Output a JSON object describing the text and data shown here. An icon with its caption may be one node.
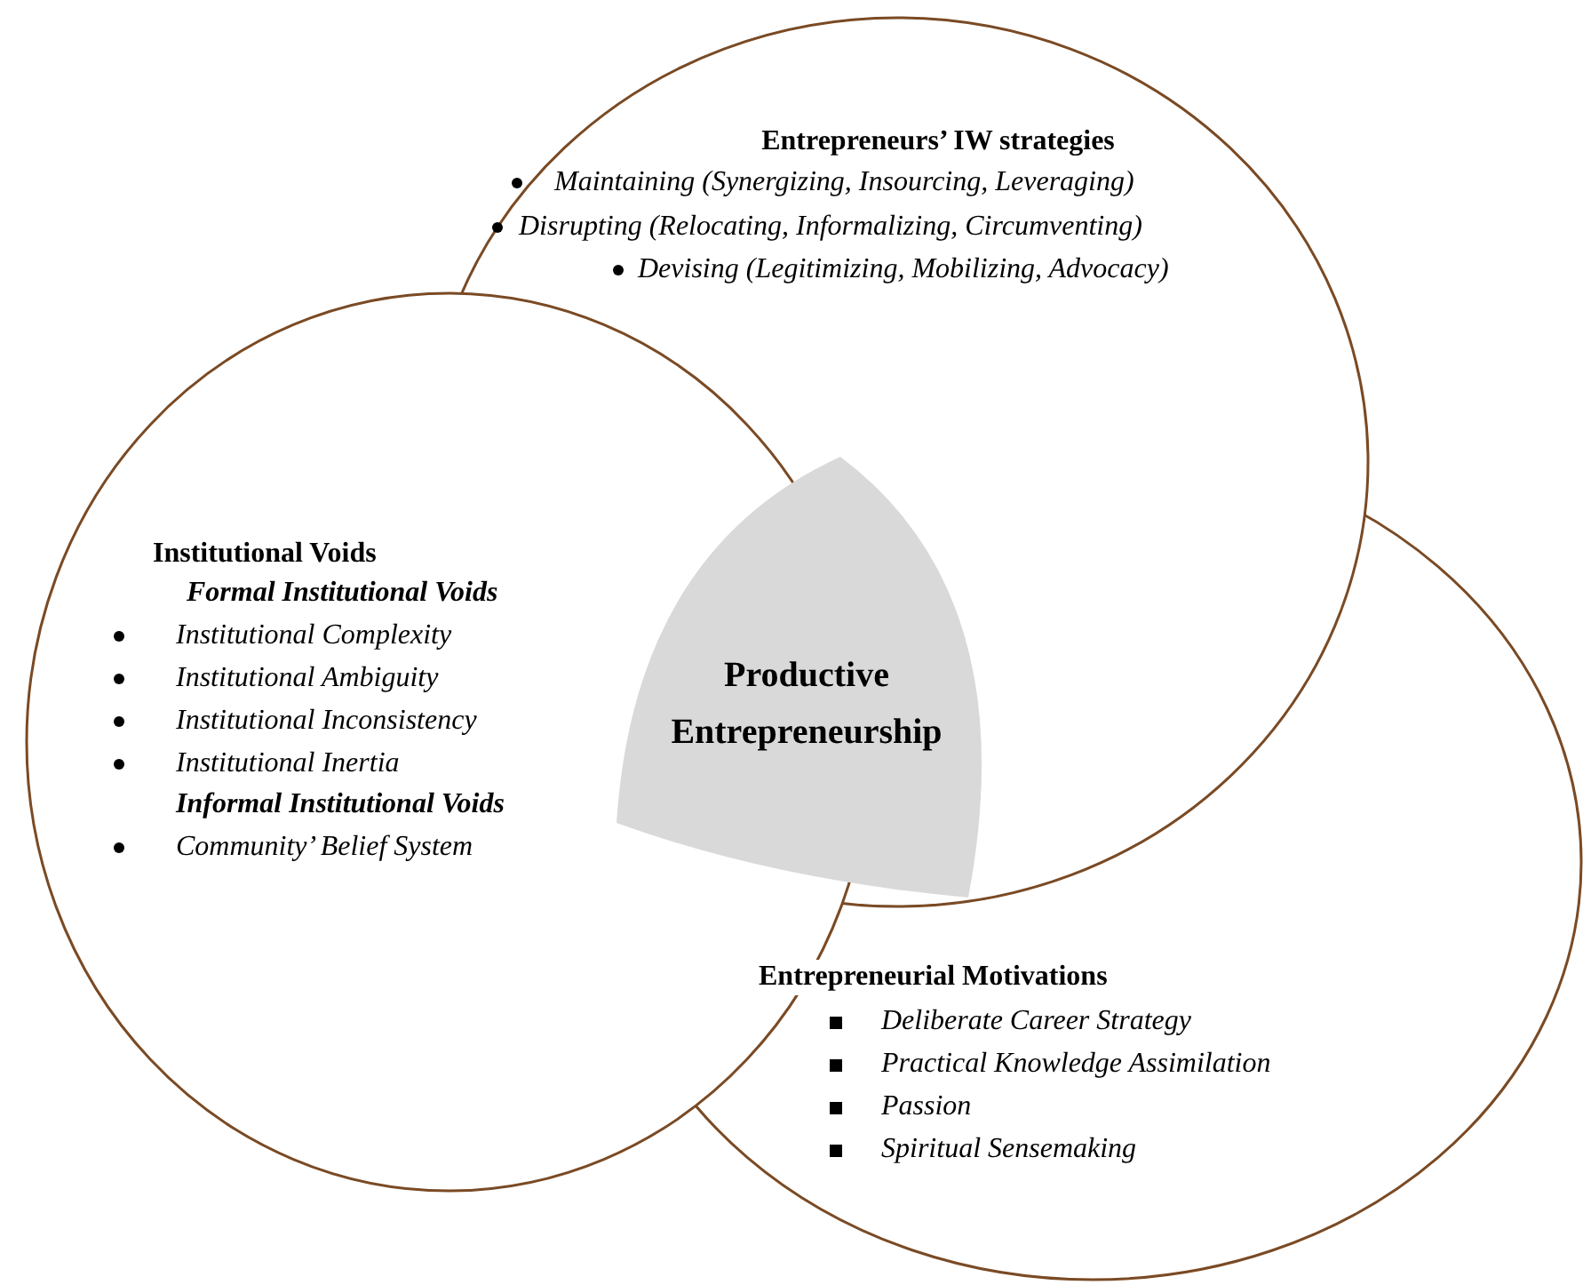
{
  "diagram": {
    "nodes": [
      {
        "text": [
          "Entrepreneurs’ IW strategies",
          "Maintaining (Synergizing, Insourcing, Leveraging)",
          "Disrupting (Relocating, Informalizing, Circumventing)",
          "Devising (Legitimizing, Mobilizing, Advocacy)"
        ]
      },
      {
        "text": [
          "Institutional Voids",
          "Formal Institutional Voids",
          "Institutional Complexity",
          "Institutional Ambiguity",
          "Institutional Inconsistency",
          "Institutional Inertia",
          "Informal Institutional Voids",
          "Community’ Belief System"
        ]
      },
      {
        "text": [
          "Entrepreneurial Motivations",
          "Deliberate Career Strategy",
          "Practical Knowledge Assimilation",
          "Passion",
          "Spiritual Sensemaking"
        ]
      },
      {
        "text": [
          "Productive Entrepreneurship"
        ]
      }
    ]
  }
}
